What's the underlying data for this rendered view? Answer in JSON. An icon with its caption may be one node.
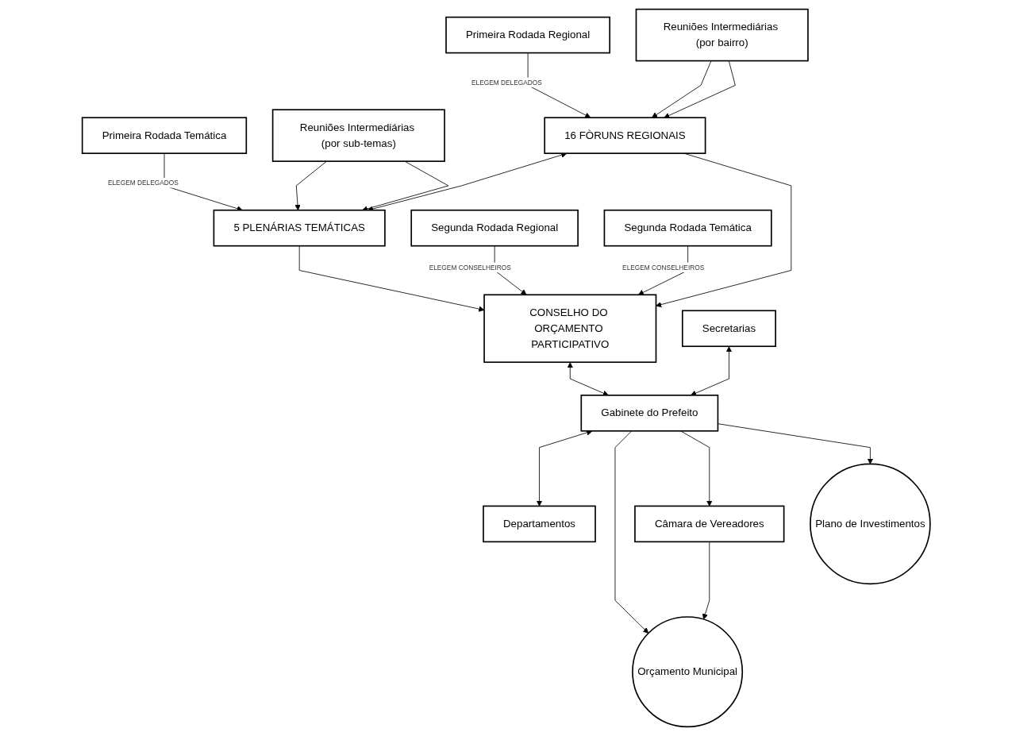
{
  "diagram": {
    "nodes": [
      {
        "text": [
          "Primeira Rodada Regional"
        ]
      },
      {
        "text": [
          "Primeira Rodada Temática"
        ]
      },
      {
        "text": [
          "Reuniões Intermediárias (por bairro)"
        ]
      },
      {
        "text": [
          "Reuniões Intermediárias (por sub-temas)"
        ]
      },
      {
        "text": [
          "16 FÒRUNS REGIONAIS"
        ]
      },
      {
        "text": [
          "5 PLENÁRIAS TEMÁTICAS"
        ]
      },
      {
        "text": [
          "Segunda Rodada Regional"
        ]
      },
      {
        "text": [
          "Segunda Rodada Temática"
        ]
      },
      {
        "text": [
          "CONSELHO DO ORÇAMENTO PARTICIPATIVO"
        ]
      },
      {
        "text": [
          "Secretarias"
        ]
      },
      {
        "text": [
          "Gabinete do Prefeito"
        ]
      },
      {
        "text": [
          "Departamentos"
        ]
      },
      {
        "text": [
          "Orçamento Municipal"
        ]
      },
      {
        "text": [
          "Câmara de Vereadores"
        ]
      },
      {
        "text": [
          "Plano de Investimentos"
        ]
      }
    ],
    "edges": [
      {
        "from": 0,
        "to": 4,
        "arrow": "to",
        "label": "ELEGEM DELEGADOS"
      },
      {
        "from": 2,
        "to": 4,
        "arrow": "to"
      },
      {
        "from": 2,
        "to": 4,
        "arrow": "to"
      },
      {
        "from": 1,
        "to": 5,
        "arrow": "to",
        "label": "ELEGEM DELEGADOS"
      },
      {
        "from": 3,
        "to": 5,
        "arrow": "to"
      },
      {
        "from": 3,
        "to": 5,
        "arrow": "to"
      },
      {
        "from": 4,
        "to": 5,
        "arrow": "both"
      },
      {
        "from": 4,
        "to": 8,
        "arrow": "to"
      },
      {
        "from": 5,
        "to": 8,
        "arrow": "to"
      },
      {
        "from": 6,
        "to": 8,
        "arrow": "to",
        "label": "ELEGEM CONSELHEIROS"
      },
      {
        "from": 7,
        "to": 8,
        "arrow": "to",
        "label": "ELEGEM CONSELHEIROS"
      },
      {
        "from": 8,
        "to": 10,
        "arrow": "both"
      },
      {
        "from": 9,
        "to": 10,
        "arrow": "both"
      },
      {
        "from": 10,
        "to": 11,
        "arrow": "both"
      },
      {
        "from": 10,
        "to": 12,
        "arrow": "to"
      },
      {
        "from": 10,
        "to": 13,
        "arrow": "to"
      },
      {
        "from": 10,
        "to": 14,
        "arrow": "to"
      },
      {
        "from": 13,
        "to": 12,
        "arrow": "to"
      }
    ]
  }
}
